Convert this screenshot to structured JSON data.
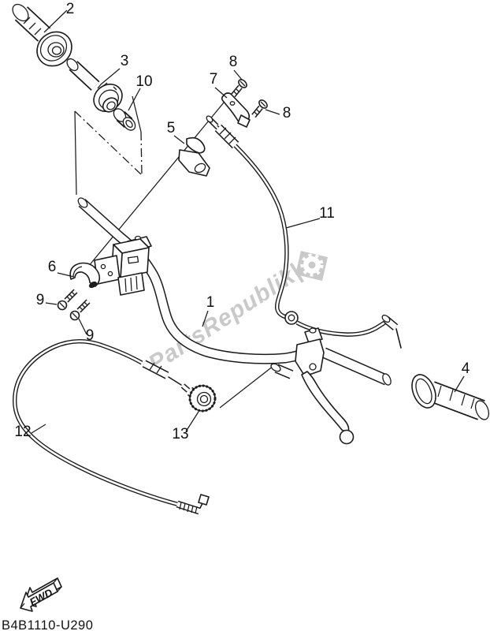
{
  "diagram": {
    "background": "#ffffff",
    "line_color": "#1c1c1c",
    "part_code": "B4B1110-U290",
    "fwd": {
      "label": "FWD"
    },
    "watermark": {
      "text": "PartsRepublik|",
      "color": "#c9c9c9"
    },
    "callouts": [
      "2",
      "3",
      "10",
      "8",
      "7",
      "8",
      "5",
      "11",
      "6",
      "9",
      "9",
      "1",
      "4",
      "12",
      "13"
    ]
  }
}
